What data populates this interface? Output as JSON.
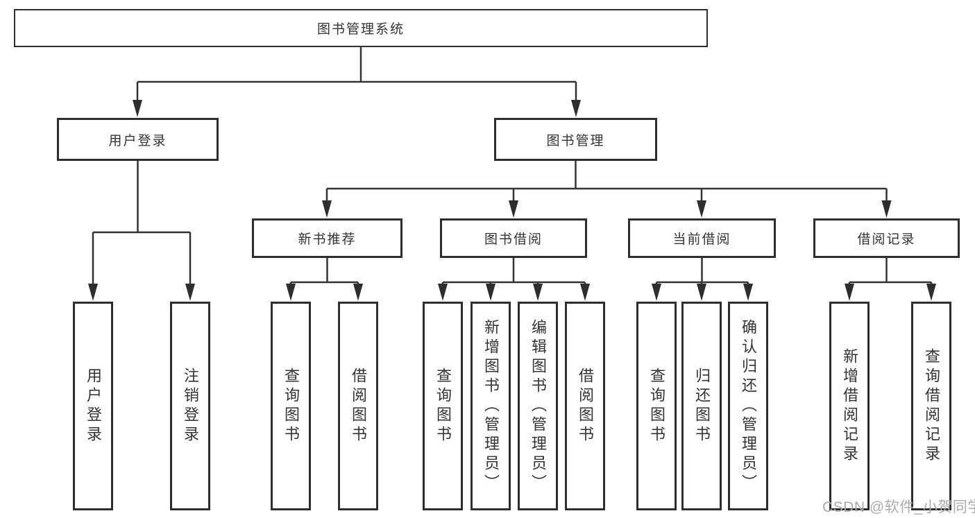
{
  "tree": {
    "label": "图书管理系统",
    "children": [
      {
        "label": "用户登录",
        "children": [
          {
            "label": "用户登录"
          },
          {
            "label": "注销登录"
          }
        ]
      },
      {
        "label": "图书管理",
        "children": [
          {
            "label": "新书推荐",
            "children": [
              {
                "label": "查询图书"
              },
              {
                "label": "借阅图书"
              }
            ]
          },
          {
            "label": "图书借阅",
            "children": [
              {
                "label": "查询图书"
              },
              {
                "label": "新增图书（管理员）"
              },
              {
                "label": "编辑图书（管理员）"
              },
              {
                "label": "借阅图书"
              }
            ]
          },
          {
            "label": "当前借阅",
            "children": [
              {
                "label": "查询图书"
              },
              {
                "label": "归还图书"
              },
              {
                "label": "确认归还（管理员）"
              }
            ]
          },
          {
            "label": "借阅记录",
            "children": [
              {
                "label": "新增借阅记录"
              },
              {
                "label": "查询借阅记录"
              }
            ]
          }
        ]
      }
    ]
  },
  "watermark": {
    "text": "CSDN @软件_小贺同学",
    "color": "#ababab"
  },
  "colors": {
    "line": "#333333",
    "box_border": "#2e2e2e",
    "text": "#333333",
    "background": "#ffffff"
  }
}
